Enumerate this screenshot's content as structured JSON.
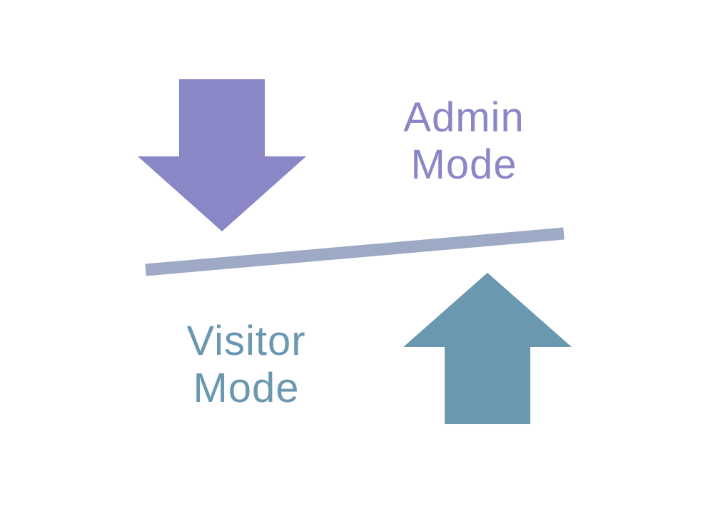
{
  "admin": {
    "line1": "Admin",
    "line2": "Mode",
    "color": "#8a87c7"
  },
  "visitor": {
    "line1": "Visitor",
    "line2": "Mode",
    "color": "#6a98b0"
  },
  "divider": {
    "color": "#9eaac5"
  },
  "icons": {
    "admin_arrow": "arrow-down-icon",
    "visitor_arrow": "arrow-up-icon"
  }
}
